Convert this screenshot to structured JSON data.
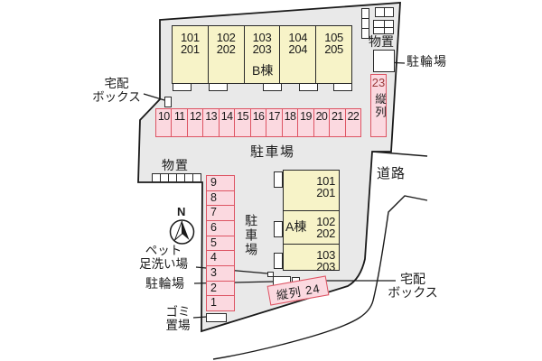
{
  "buildings": {
    "b": {
      "label": "B棟",
      "units": [
        [
          "101",
          "201"
        ],
        [
          "102",
          "202"
        ],
        [
          "103",
          "203"
        ],
        [
          "104",
          "204"
        ],
        [
          "105",
          "205"
        ]
      ]
    },
    "a": {
      "label": "A棟",
      "units": [
        [
          "101",
          "201"
        ],
        [
          "102",
          "202"
        ],
        [
          "103",
          "203"
        ]
      ]
    }
  },
  "parking": {
    "row_label": "駐車場",
    "row_spaces": [
      "10",
      "11",
      "12",
      "13",
      "14",
      "15",
      "16",
      "17",
      "18",
      "19",
      "20",
      "21",
      "22"
    ],
    "col_label": "駐車場",
    "col_spaces": [
      "9",
      "8",
      "7",
      "6",
      "5",
      "4",
      "3",
      "2",
      "1"
    ],
    "tandem23": {
      "number": "23",
      "label": "縦列"
    },
    "tandem24": {
      "text": "縦列 24"
    }
  },
  "labels": {
    "storage_top": "物置",
    "storage_left": "物置",
    "delivery_top": [
      "宅配",
      "ボックス"
    ],
    "delivery_bottom": [
      "宅配",
      "ボックス"
    ],
    "bike_top": "駐輪場",
    "bike_bottom": "駐輪場",
    "pet_wash": [
      "ペット",
      "足洗い場"
    ],
    "garbage": [
      "ゴミ",
      "置場"
    ],
    "road": "道路",
    "compass_north": "N"
  },
  "colors": {
    "site_fill": "#e9e9e9",
    "building_fill": "#f7f3c8",
    "parking_fill": "#fbd9e0",
    "parking_border": "#dd5463",
    "outline": "#1a1a1a",
    "tandem23_number": "#9a3a3a"
  }
}
